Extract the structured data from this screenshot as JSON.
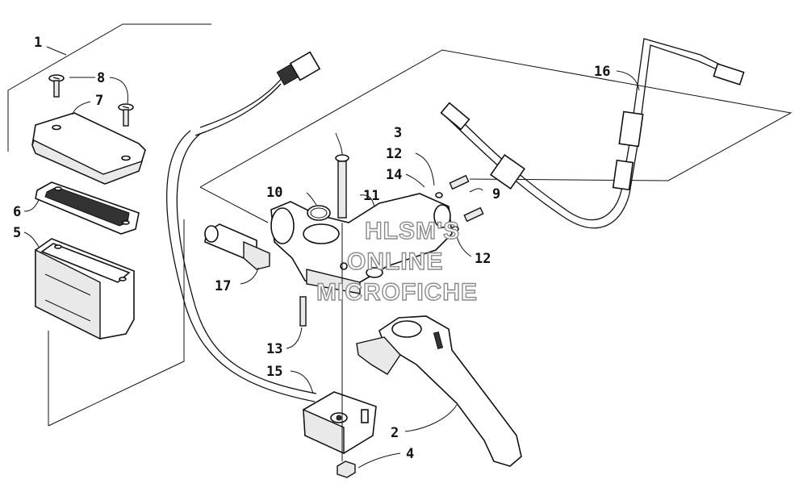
{
  "callouts": [
    {
      "id": "1",
      "label": "1"
    },
    {
      "id": "2",
      "label": "2"
    },
    {
      "id": "3",
      "label": "3"
    },
    {
      "id": "4",
      "label": "4"
    },
    {
      "id": "5",
      "label": "5"
    },
    {
      "id": "6",
      "label": "6"
    },
    {
      "id": "7",
      "label": "7"
    },
    {
      "id": "8",
      "label": "8"
    },
    {
      "id": "9",
      "label": "9"
    },
    {
      "id": "10",
      "label": "10"
    },
    {
      "id": "11",
      "label": "11"
    },
    {
      "id": "12a",
      "label": "12"
    },
    {
      "id": "12b",
      "label": "12"
    },
    {
      "id": "13",
      "label": "13"
    },
    {
      "id": "14",
      "label": "14"
    },
    {
      "id": "15",
      "label": "15"
    },
    {
      "id": "16",
      "label": "16"
    },
    {
      "id": "17",
      "label": "17"
    }
  ],
  "watermark": {
    "line1": "HLSM'S",
    "line2": "ONLINE",
    "line3": "MICROFICHE"
  }
}
